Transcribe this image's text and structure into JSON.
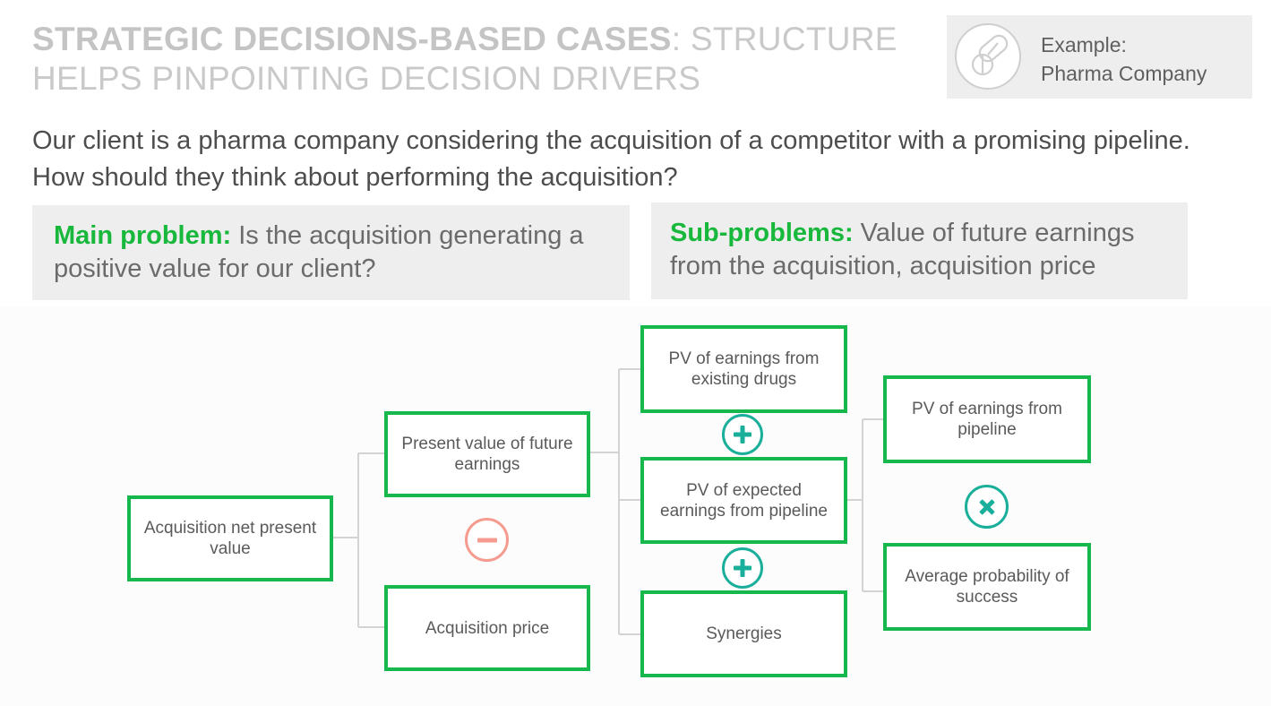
{
  "header": {
    "title_strong": "STRATEGIC DECISIONS-BASED CASES",
    "title_rest": ": STRUCTURE HELPS PINPOINTING DECISION DRIVERS"
  },
  "example": {
    "label": "Example:",
    "company": "Pharma Company",
    "icon": "pill-icon"
  },
  "question": "Our client is a pharma company considering the acquisition of a competitor with a promising pipeline. How should they think about performing the acquisition?",
  "main_problem": {
    "label": "Main problem:",
    "text": " Is the acquisition generating a positive value for our client?"
  },
  "sub_problems": {
    "label": "Sub-problems:",
    "text": " Value of future earnings from the acquisition, acquisition price"
  },
  "tree": {
    "root": "Acquisition net present value",
    "level1": [
      "Present value of future earnings",
      "Acquisition price"
    ],
    "level2": [
      "PV of earnings from existing drugs",
      "PV of expected earnings from pipeline",
      "Synergies"
    ],
    "level3": [
      "PV of earnings from pipeline",
      "Average probability of success"
    ],
    "operators": {
      "minus": "minus-icon",
      "plus": "plus-icon",
      "times": "times-icon"
    }
  },
  "colors": {
    "accent_green": "#16b84e",
    "label_green": "#18b83c",
    "teal": "#1aaf9b",
    "minus_red": "#f59b8f",
    "panel_gray": "#eeeeee",
    "title_gray": "#c9c9c9"
  }
}
